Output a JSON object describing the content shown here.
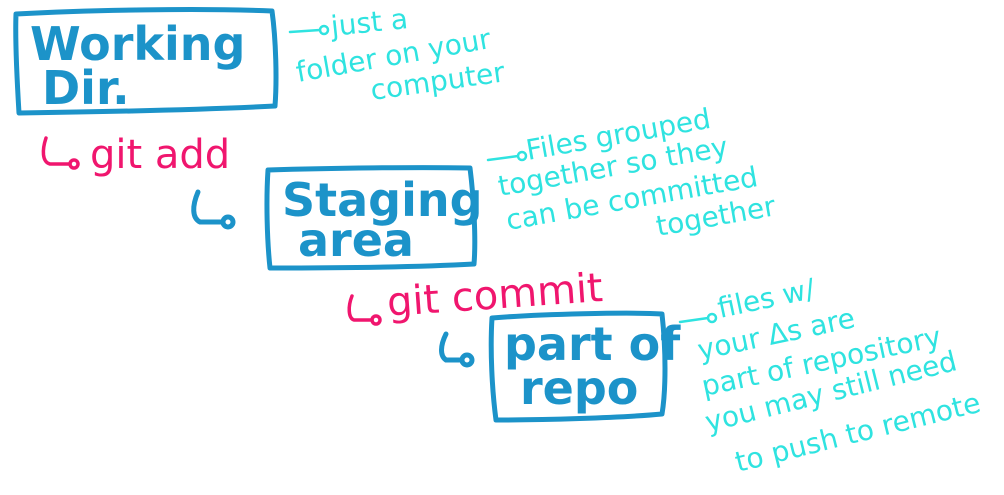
{
  "colors": {
    "box": "#1c93c9",
    "command": "#f0166e",
    "note": "#2fe3e0"
  },
  "stages": [
    {
      "lines": [
        "Working",
        "Dir."
      ],
      "note": [
        "just a",
        "folder on your",
        "computer"
      ]
    },
    {
      "command": "git add",
      "lines": [
        "Staging",
        "area"
      ],
      "note": [
        "Files grouped",
        "together so they",
        "can be committed",
        "together"
      ]
    },
    {
      "command": "git commit",
      "lines": [
        "part of",
        "repo"
      ],
      "note": [
        "files w/",
        "your Δs are",
        "part of repository",
        "you may still need",
        "to push to remote"
      ]
    }
  ]
}
